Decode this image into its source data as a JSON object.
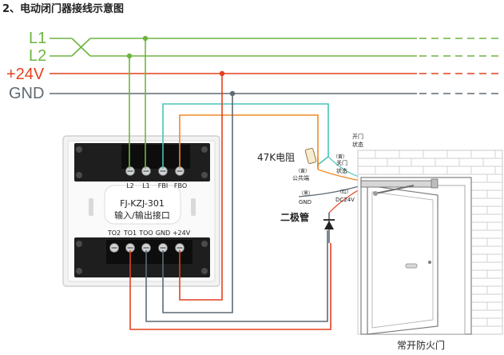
{
  "heading": "2、电动闭门器接线示意图",
  "buses": {
    "l1": "L1",
    "l2": "L2",
    "v24": "+24V",
    "gnd": "GND"
  },
  "module": {
    "model": "FJ-KZJ-301",
    "subtitle": "输入/输出接口",
    "top_terminals": [
      "L2",
      "L1",
      "FBI",
      "FBO"
    ],
    "bottom_terminals": [
      "TO2",
      "TO1",
      "TOO",
      "GND",
      "+24V"
    ]
  },
  "labels": {
    "resistor": "47K电阻",
    "diode": "二极管",
    "door": "常开防火门",
    "door_open_state_1": "开门",
    "door_open_state_2": "状态",
    "yellow_tag": "（黄）",
    "close_door_1": "关门",
    "close_door_2": "状态",
    "common_tag": "（黄）",
    "common_end": "公共端",
    "black_tag": "（黑）",
    "gnd": "GND",
    "red_tag": "（红）",
    "dc24v": "DC24V"
  },
  "colors": {
    "green": "#6fb441",
    "red": "#e2411f",
    "gray": "#5f6a72",
    "teal": "#49c3b8",
    "orange": "#f08a24"
  }
}
